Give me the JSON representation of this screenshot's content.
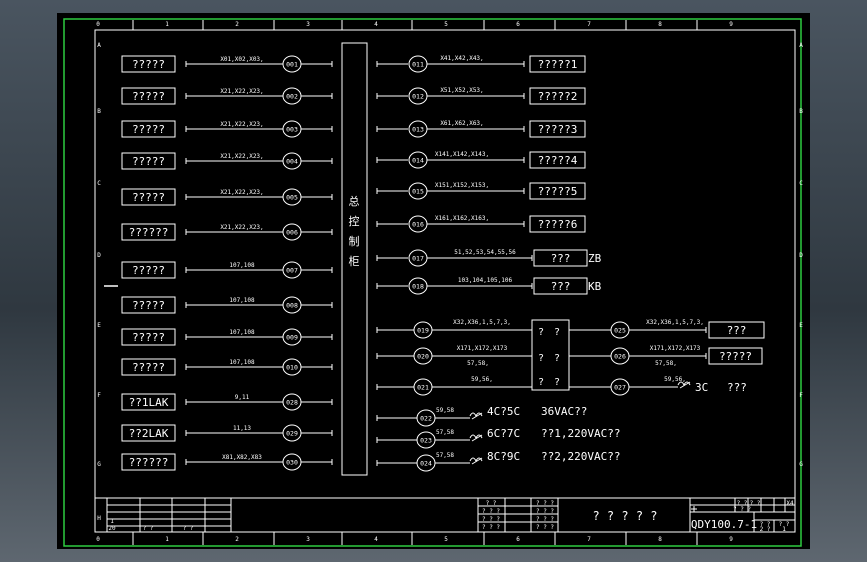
{
  "colors": {
    "sheet_bg": "#000000",
    "line": "#ffffff",
    "outer_frame": "#2ecc40",
    "viewport_bg": "#a5a5a5"
  },
  "frame": {
    "top_numbers": [
      "0",
      "1",
      "2",
      "3",
      "4",
      "5",
      "6",
      "7",
      "8",
      "9"
    ],
    "bottom_numbers": [
      "0",
      "1",
      "2",
      "3",
      "4",
      "5",
      "6",
      "7",
      "8",
      "9"
    ],
    "left_letters": [
      "A",
      "B",
      "C",
      "D",
      "E",
      "F",
      "G",
      "H"
    ],
    "right_letters": [
      "A",
      "B",
      "C",
      "D",
      "E",
      "F",
      "G"
    ]
  },
  "cabinet": {
    "chars": [
      "总",
      "控",
      "制",
      "柜"
    ]
  },
  "left_rows": [
    {
      "label": "?????",
      "wires": "X01,X02,X03,",
      "node": "001"
    },
    {
      "label": "?????",
      "wires": "X21,X22,X23,",
      "node": "002"
    },
    {
      "label": "?????",
      "wires": "X21,X22,X23,",
      "node": "003"
    },
    {
      "label": "?????",
      "wires": "X21,X22,X23,",
      "node": "004"
    },
    {
      "label": "?????",
      "wires": "X21,X22,X23,",
      "node": "005"
    },
    {
      "label": "??????",
      "wires": "X21,X22,X23,",
      "node": "006"
    },
    {
      "label": "?????",
      "wires": "107,108",
      "node": "007"
    },
    {
      "label": "?????",
      "wires": "107,108",
      "node": "008"
    },
    {
      "label": "?????",
      "wires": "107,108",
      "node": "009"
    },
    {
      "label": "?????",
      "wires": "107,108",
      "node": "010"
    },
    {
      "label": "??1LAK",
      "wires": "9,11",
      "node": "028"
    },
    {
      "label": "??2LAK",
      "wires": "11,13",
      "node": "029"
    },
    {
      "label": "??????",
      "wires": "X81,X82,X83",
      "node": "030"
    }
  ],
  "right_rows": [
    {
      "node": "011",
      "wires": "X41,X42,X43,",
      "label": "?????1"
    },
    {
      "node": "012",
      "wires": "X51,X52,X53,",
      "label": "?????2"
    },
    {
      "node": "013",
      "wires": "X61,X62,X63,",
      "label": "?????3"
    },
    {
      "node": "014",
      "wires": "X141,X142,X143,",
      "label": "?????4"
    },
    {
      "node": "015",
      "wires": "X151,X152,X153,",
      "label": "?????5"
    },
    {
      "node": "016",
      "wires": "X161,X162,X163,",
      "label": "?????6"
    },
    {
      "node": "017",
      "wires": "51,52,53,54,55,56",
      "label": "???",
      "suffix": "ZB"
    },
    {
      "node": "018",
      "wires": "103,104,105,106",
      "label": "???",
      "suffix": "KB"
    }
  ],
  "junction": {
    "cells": [
      "?",
      "?",
      "?",
      "?",
      "?",
      "?"
    ],
    "in_rows": [
      {
        "node": "019",
        "wires": "X32,X36,1,5,7,3,",
        "wires2": ""
      },
      {
        "node": "020",
        "wires": "X171,X172,X173",
        "wires2": "57,58,"
      },
      {
        "node": "021",
        "wires": "59,56,",
        "wires2": ""
      }
    ],
    "out_rows": [
      {
        "node": "025",
        "wires": "X32,X36,1,5,7,3,",
        "wires2": "",
        "label": "???"
      },
      {
        "node": "026",
        "wires": "X171,X172,X173",
        "wires2": "57,58,",
        "label": "?????"
      },
      {
        "node": "027",
        "wires": "59,56,",
        "wires2": "",
        "text1": "3C",
        "text2": "???"
      }
    ]
  },
  "bottom_rows": [
    {
      "node": "022",
      "wires": "59,58",
      "text1": "4C?5C",
      "text2": "36VAC??"
    },
    {
      "node": "023",
      "wires": "57,58",
      "text1": "6C?7C",
      "text2": "??1,220VAC??"
    },
    {
      "node": "024",
      "wires": "57,58",
      "text1": "8C?9C",
      "text2": "??2,220VAC??"
    }
  ],
  "title_block": {
    "title": "? ? ? ? ?",
    "drawing_no": "QDY100.7-1",
    "cells_mid": [
      "? ?",
      "? ? ?",
      "? ? ?",
      "? ? ?",
      "? ? ?",
      "? ? ?",
      "? ? ?",
      "? ? ?"
    ],
    "cells_right": [
      "? ?",
      "? ?",
      "? ? ?",
      "? ?",
      "? ?",
      "2 ?",
      "1"
    ],
    "left_cells": [
      "1",
      "20",
      "? ?",
      "? ?"
    ],
    "sheet_code": "X4"
  }
}
